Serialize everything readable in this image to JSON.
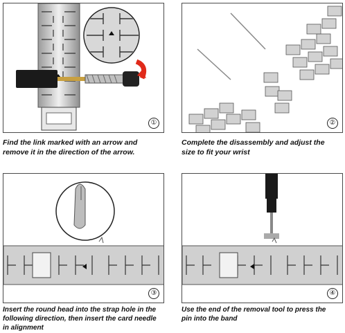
{
  "panels": [
    {
      "step": "①",
      "caption": [
        "Find the link marked with an arrow and",
        "remove it in the direction of the arrow."
      ]
    },
    {
      "step": "②",
      "caption": [
        "Complete the disassembly and adjust the",
        "size to fit your wrist"
      ]
    },
    {
      "step": "③",
      "caption": [
        "Insert the round head into the strap hole in the",
        "following direction, then insert the card needle",
        " in alignment"
      ]
    },
    {
      "step": "④",
      "caption": [
        "Use the end of the removal tool to press the",
        "pin into the band"
      ]
    }
  ],
  "colors": {
    "metal": "#c9c9c9",
    "metal_dark": "#8a8a8a",
    "tool": "#1a1a1a",
    "arrow_red": "#e02a1a",
    "border": "#4a4a4a"
  }
}
